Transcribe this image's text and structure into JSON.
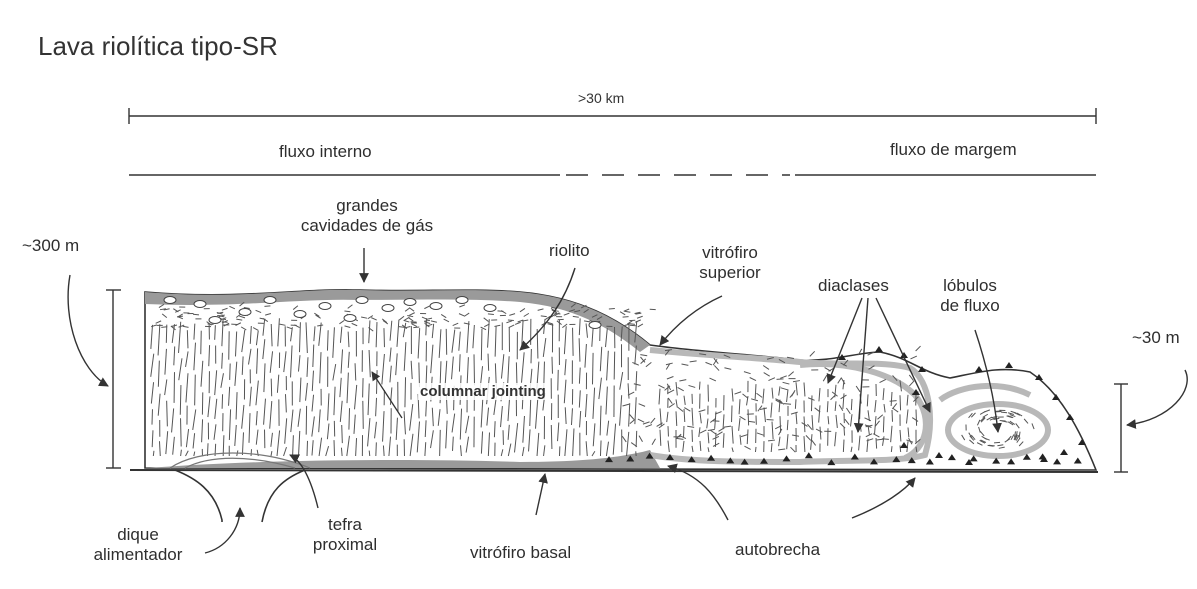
{
  "title": "Lava riolítica tipo-SR",
  "scale": {
    "length": ">30 km"
  },
  "zones": {
    "inner": "fluxo interno",
    "margin": "fluxo de margem"
  },
  "thickness": {
    "left": "~300 m",
    "right": "~30 m"
  },
  "labels": {
    "gas_cavities_1": "grandes",
    "gas_cavities_2": "cavidades de gás",
    "rhyolite": "riolito",
    "upper_vitrophyre_1": "vitrófiro",
    "upper_vitrophyre_2": "superior",
    "joints": "diaclases",
    "flow_lobes_1": "lóbulos",
    "flow_lobes_2": "de fluxo",
    "columnar": "columnar jointing",
    "feeder_dike_1": "dique",
    "feeder_dike_2": "alimentador",
    "tephra_1": "tefra",
    "tephra_2": "proximal",
    "basal_vitrophyre": "vitrófiro basal",
    "autobreccia": "autobrecha"
  },
  "colors": {
    "line": "#333333",
    "vitrophyre": "#9a9a9a",
    "crust": "#bdbdbd",
    "fill": "#ffffff"
  }
}
